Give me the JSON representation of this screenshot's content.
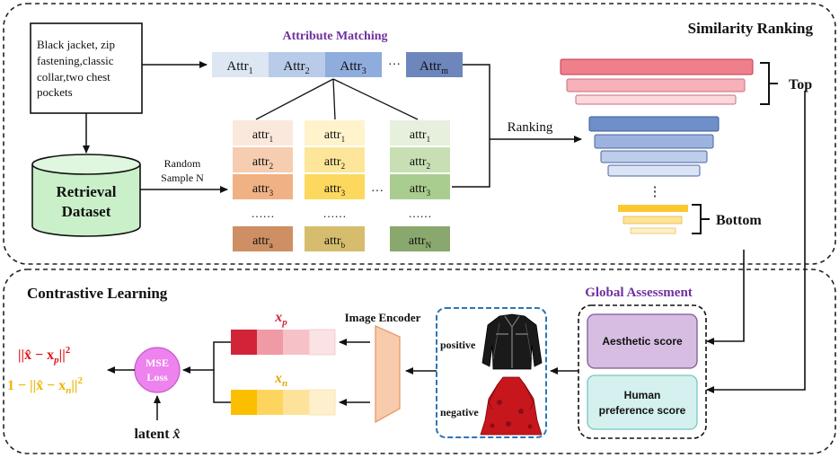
{
  "sections": {
    "top_title": "Similarity Ranking",
    "bottom_title": "Contrastive Learning",
    "global_assessment": "Global Assessment"
  },
  "query": {
    "line1": "Black jacket, zip",
    "line2": "fastening,classic",
    "line3": "collar,two chest",
    "line4": "pockets"
  },
  "attribute_matching": {
    "title": "Attribute  Matching",
    "attrs": [
      {
        "base": "Attr",
        "sub": "1",
        "color": "#dde6f3"
      },
      {
        "base": "Attr",
        "sub": "2",
        "color": "#b8cbe8"
      },
      {
        "base": "Attr",
        "sub": "3",
        "color": "#8eacdc"
      },
      {
        "base": "Attr",
        "sub": "m",
        "color": "#6d87bd"
      }
    ],
    "ellipsis": "···"
  },
  "dataset": {
    "line1": "Retrieval",
    "line2": "Dataset",
    "sample_line1": "Random",
    "sample_line2": "Sample N"
  },
  "columns": [
    {
      "cells": [
        {
          "base": "attr",
          "sub": "1",
          "color": "#fbe8dc"
        },
        {
          "base": "attr",
          "sub": "2",
          "color": "#f6cdb0"
        },
        {
          "base": "attr",
          "sub": "3",
          "color": "#f0b184"
        }
      ],
      "dots": "……",
      "last": {
        "base": "attr",
        "sub": "a",
        "color": "#cd8f63"
      }
    },
    {
      "cells": [
        {
          "base": "attr",
          "sub": "1",
          "color": "#fff3cc"
        },
        {
          "base": "attr",
          "sub": "2",
          "color": "#fde699"
        },
        {
          "base": "attr",
          "sub": "3",
          "color": "#fcd85e"
        }
      ],
      "dots": "……",
      "last": {
        "base": "attr",
        "sub": "b",
        "color": "#d6bd6e"
      }
    },
    {
      "cells": [
        {
          "base": "attr",
          "sub": "1",
          "color": "#e6f0dc"
        },
        {
          "base": "attr",
          "sub": "2",
          "color": "#c8dfb4"
        },
        {
          "base": "attr",
          "sub": "3",
          "color": "#a9cd8f"
        }
      ],
      "dots": "……",
      "last": {
        "base": "attr",
        "sub": "N",
        "color": "#89a86d"
      }
    }
  ],
  "grid_ellipsis": "···",
  "ranking": {
    "label": "Ranking",
    "top": "Top",
    "bottom": "Bottom",
    "dots": "⋮"
  },
  "scores": {
    "aesthetic": "Aesthetic score",
    "human_line1": "Human",
    "human_line2": "preference score"
  },
  "images": {
    "positive": "positive",
    "negative": "negative"
  },
  "encoder": {
    "label": "Image Encoder"
  },
  "embeddings": {
    "xp": {
      "base": "x",
      "sub": "p",
      "colors": [
        "#d12438",
        "#ef9aa4",
        "#f6c2c8",
        "#fbe2e5"
      ],
      "text_color": "#d12438"
    },
    "xn": {
      "base": "x",
      "sub": "n",
      "colors": [
        "#fcbf00",
        "#fdd45e",
        "#fde39a",
        "#fef0cc"
      ],
      "text_color": "#f0b400"
    }
  },
  "loss": {
    "line1": "MSE",
    "line2": "Loss",
    "latent": "latent",
    "latent_symbol": "x̂",
    "formula_pos": "||x̂ − x",
    "formula_pos_sub": "p",
    "formula_pos_end": "||",
    "formula_pos_sup": "2",
    "formula_neg": "1 − ||x̂ − x",
    "formula_neg_sub": "n",
    "formula_neg_end": "||",
    "formula_neg_sup": "2",
    "color_pos": "#e0141d",
    "color_neg": "#f0b400"
  },
  "colors": {
    "purple": "#7030a0",
    "aesthetic_fill": "#d7bde2",
    "aesthetic_stroke": "#7d5a96",
    "human_fill": "#d4f1ef",
    "human_stroke": "#75c6bf",
    "image_panel": "#2e75b6",
    "loss_fill": "#ee82ee",
    "encoder_fill": "#f8cbad",
    "encoder_stroke": "#e59a66"
  }
}
